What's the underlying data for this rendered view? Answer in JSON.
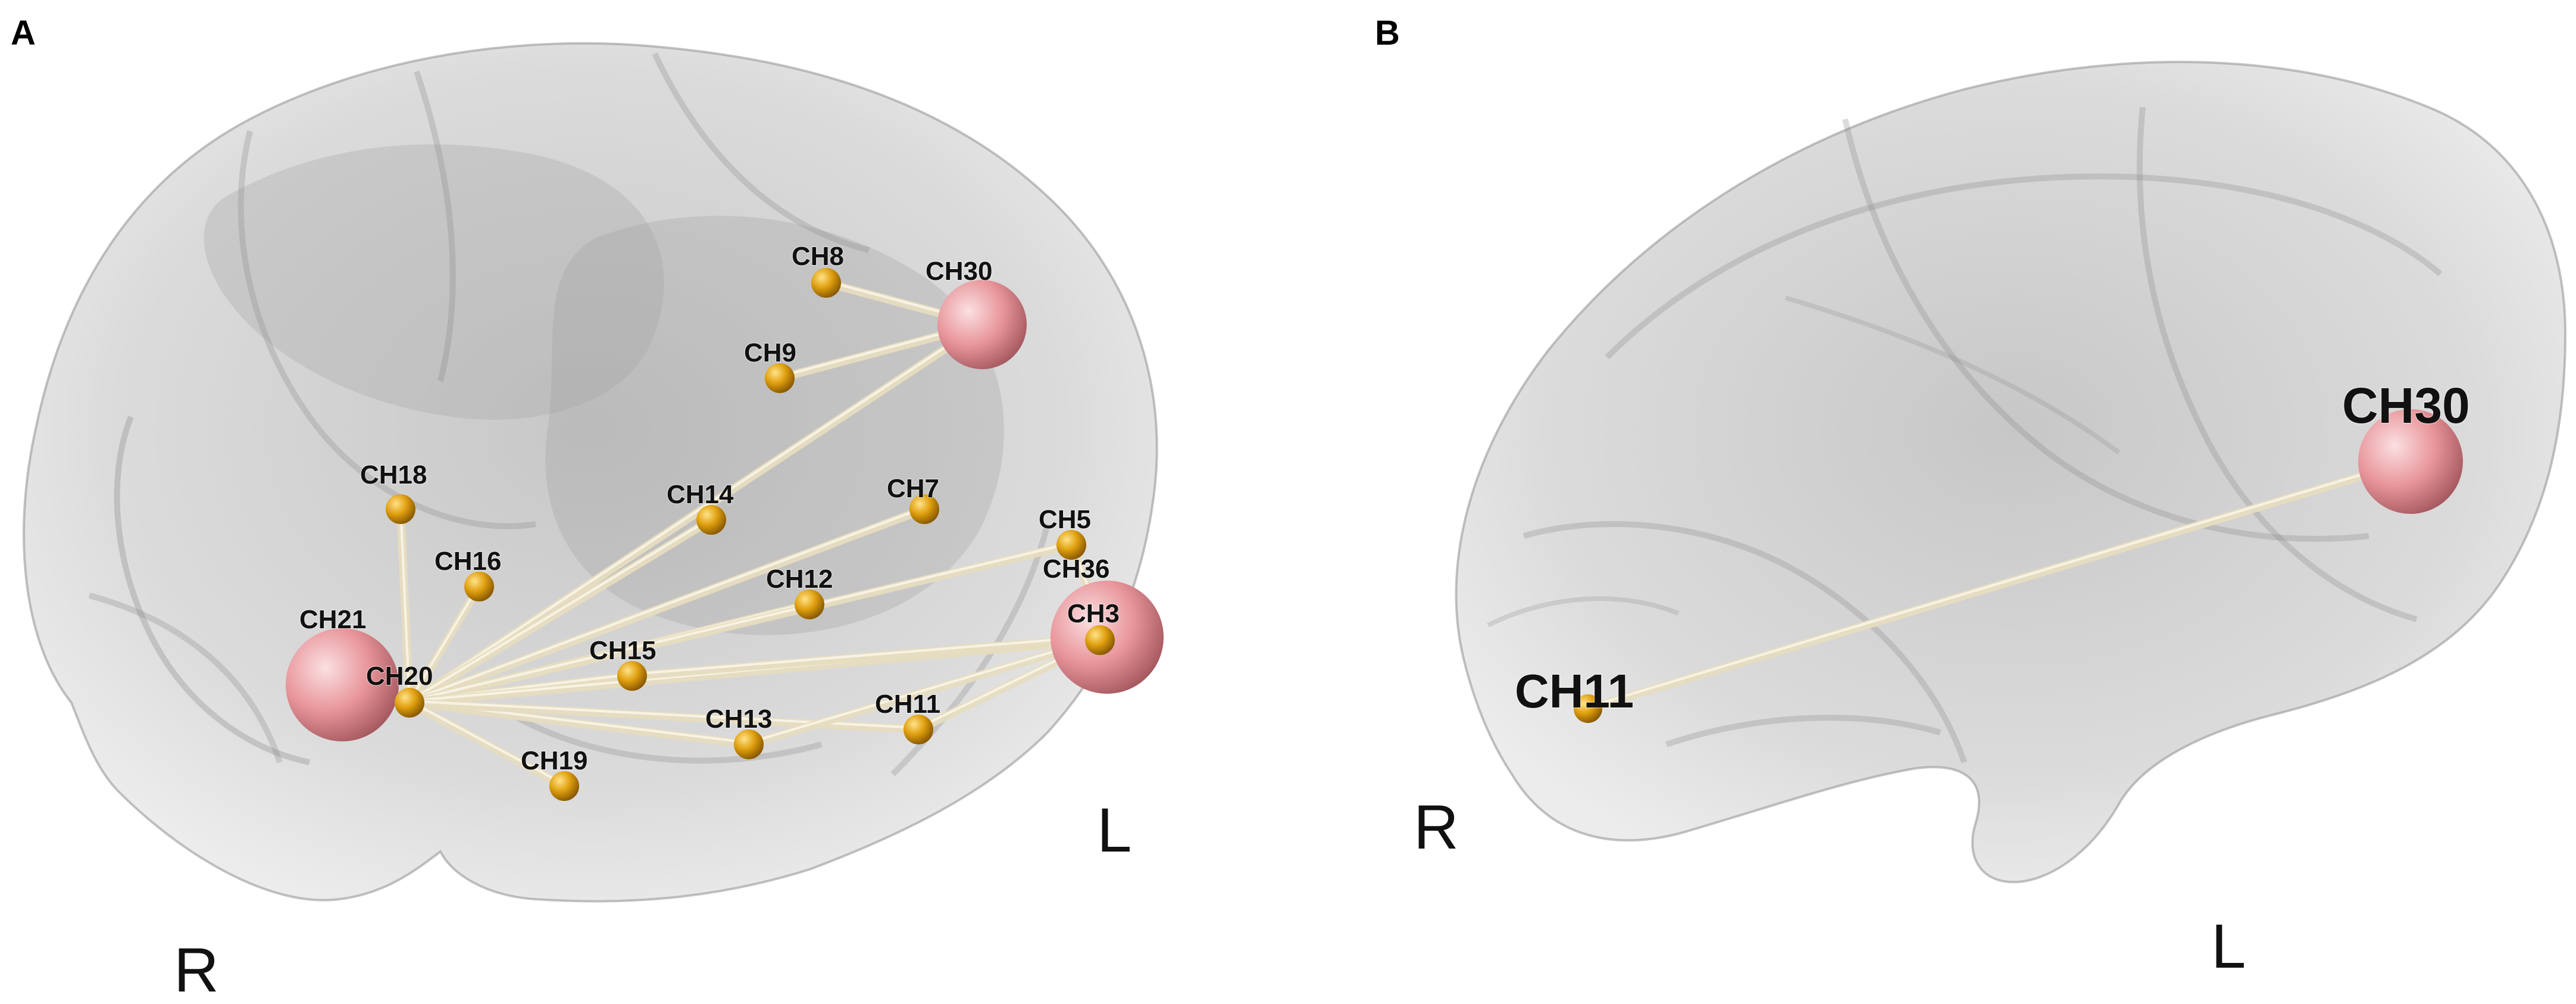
{
  "panels": [
    {
      "id": "A",
      "letter": "A",
      "left_label": "R",
      "right_label": "L",
      "hubs": [
        {
          "id": "hub-ch21",
          "label": "CH21"
        },
        {
          "id": "hub-ch30",
          "label": "CH30"
        },
        {
          "id": "hub-ch36",
          "label": "CH36"
        }
      ],
      "channels": [
        {
          "id": "ch8",
          "label": "CH8"
        },
        {
          "id": "ch9",
          "label": "CH9"
        },
        {
          "id": "ch18",
          "label": "CH18"
        },
        {
          "id": "ch14",
          "label": "CH14"
        },
        {
          "id": "ch7",
          "label": "CH7"
        },
        {
          "id": "ch5",
          "label": "CH5"
        },
        {
          "id": "ch16",
          "label": "CH16"
        },
        {
          "id": "ch12",
          "label": "CH12"
        },
        {
          "id": "ch3",
          "label": "CH3"
        },
        {
          "id": "ch20",
          "label": "CH20"
        },
        {
          "id": "ch15",
          "label": "CH15"
        },
        {
          "id": "ch13",
          "label": "CH13"
        },
        {
          "id": "ch11",
          "label": "CH11"
        },
        {
          "id": "ch19",
          "label": "CH19"
        }
      ],
      "edges": [
        [
          "hub-ch30",
          "ch8"
        ],
        [
          "hub-ch30",
          "ch9"
        ],
        [
          "hub-ch30",
          "ch20"
        ],
        [
          "ch20",
          "ch18"
        ],
        [
          "ch20",
          "ch16"
        ],
        [
          "ch20",
          "ch14"
        ],
        [
          "ch20",
          "ch7"
        ],
        [
          "ch20",
          "ch12"
        ],
        [
          "ch20",
          "ch5"
        ],
        [
          "ch20",
          "ch15"
        ],
        [
          "ch20",
          "ch3"
        ],
        [
          "ch20",
          "ch13"
        ],
        [
          "ch20",
          "ch11"
        ],
        [
          "ch20",
          "ch19"
        ],
        [
          "hub-ch36",
          "ch15"
        ],
        [
          "hub-ch36",
          "ch13"
        ],
        [
          "hub-ch36",
          "ch11"
        ],
        [
          "hub-ch36",
          "ch5"
        ]
      ]
    },
    {
      "id": "B",
      "letter": "B",
      "left_label": "R",
      "right_label": "L",
      "hubs": [
        {
          "id": "hub-ch30",
          "label": "CH30"
        }
      ],
      "channels": [
        {
          "id": "ch11",
          "label": "CH11"
        }
      ],
      "edges": [
        [
          "ch11",
          "hub-ch30"
        ]
      ]
    }
  ],
  "colors": {
    "hub": "#e8959a",
    "channel": "#e0a010",
    "edge": "#e6dcc0",
    "brain": "#cfcfcf"
  }
}
